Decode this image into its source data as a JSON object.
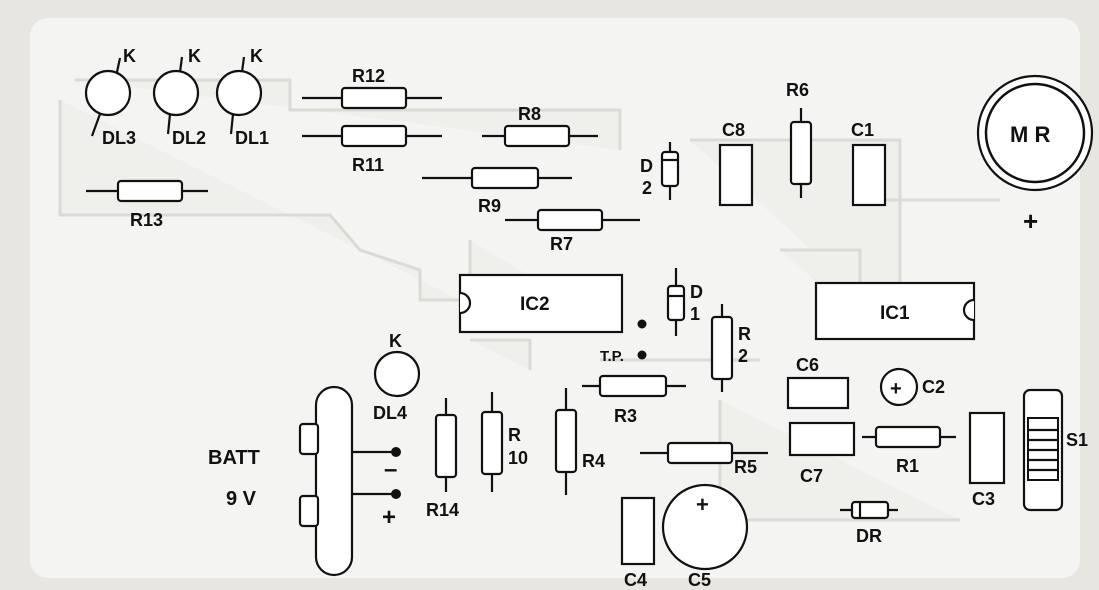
{
  "labels": {
    "dl3": "DL3",
    "dl2": "DL2",
    "dl1": "DL1",
    "dl4": "DL4",
    "k1": "K",
    "k2": "K",
    "k3": "K",
    "k4": "K",
    "r12": "R12",
    "r11": "R11",
    "r13": "R13",
    "r8": "R8",
    "r9": "R9",
    "r7": "R7",
    "r6": "R6",
    "r3": "R3",
    "r4": "R4",
    "r5": "R5",
    "r1": "R1",
    "r14": "R14",
    "r2a": "R",
    "r2b": "2",
    "r10a": "R",
    "r10b": "10",
    "d2a": "D",
    "d2b": "2",
    "d1a": "D",
    "d1b": "1",
    "dr": "DR",
    "c8": "C8",
    "c1": "C1",
    "c6": "C6",
    "c2": "C2",
    "c7": "C7",
    "c3": "C3",
    "c4": "C4",
    "c5": "C5",
    "ic1": "IC1",
    "ic2": "IC2",
    "tp": "T.P.",
    "mr": "M R",
    "s1": "S1",
    "batt": "BATT",
    "volt": "9 V",
    "minus": "–",
    "plus": "+",
    "c5plus": "+",
    "c2plus": "+",
    "mrplus": "+"
  },
  "colors": {
    "ink": "#111111",
    "paper": "#e8e6e0",
    "board": "#f4f4f2"
  }
}
